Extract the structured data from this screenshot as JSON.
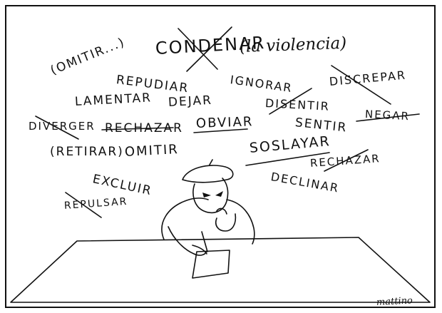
{
  "cartoon": {
    "words": {
      "condenar": "CONDENAR",
      "la_violencia": "(la violencia)",
      "omitir_paren": "(OMITIR...)",
      "repudiar": "REPUDIAR",
      "ignorar": "IGNORAR",
      "discrepar": "DISCREPAR",
      "lamentar": "LAMENTAR",
      "dejar": "DEJAR",
      "disentir": "DISENTIR",
      "negar": "NEGAR",
      "diverger": "DIVERGER",
      "rechazar_1": "RECHAZAR",
      "obviar": "OBVIAR",
      "sentir": "SENTIR",
      "retirar": "(RETIRAR)",
      "omitir": "OMITIR",
      "soslayar": "SOSLAYAR",
      "rechazar_2": "RECHAZAR",
      "excluir": "EXCLUIR",
      "declinar": "DECLINAR",
      "repulsar": "REPULSAR"
    },
    "signature": "mattino",
    "colors": {
      "ink": "#111111",
      "paper": "#ffffff"
    }
  }
}
